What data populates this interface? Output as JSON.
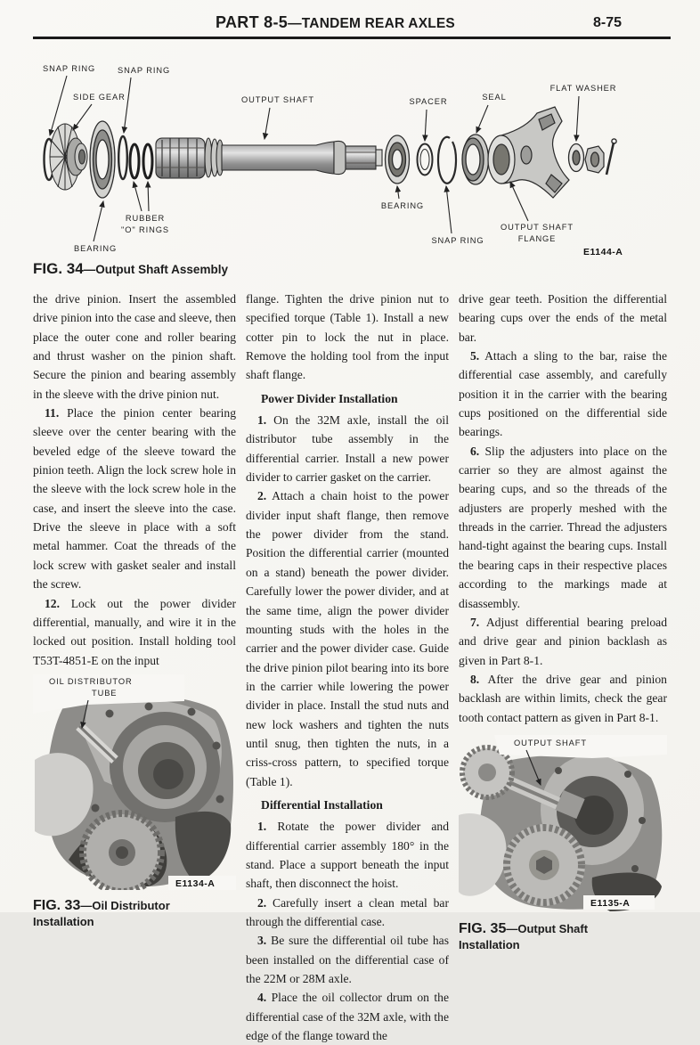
{
  "header": {
    "part": "PART 8-5",
    "title": "—TANDEM REAR AXLES",
    "page_number": "8-75"
  },
  "fig34": {
    "caption_fig": "FIG. 34",
    "caption_title": "—Output Shaft Assembly",
    "code": "E1144-A",
    "labels": {
      "snap_ring_1": "SNAP RING",
      "snap_ring_2": "SNAP RING",
      "side_gear": "SIDE GEAR",
      "output_shaft": "OUTPUT SHAFT",
      "spacer": "SPACER",
      "seal": "SEAL",
      "flat_washer": "FLAT WASHER",
      "rubber_1": "RUBBER",
      "rubber_2": "\"O\" RINGS",
      "bearing_left": "BEARING",
      "bearing_right": "BEARING",
      "snap_ring_3": "SNAP RING",
      "flange_1": "OUTPUT SHAFT",
      "flange_2": "FLANGE"
    }
  },
  "col1": {
    "p0": {
      "text": "the drive pinion. Insert the assembled drive pinion into the case and sleeve, then place the outer cone and roller bearing and thrust washer on the pinion shaft. Secure the pinion and bearing assembly in the sleeve with the drive pinion nut."
    },
    "p1": {
      "num": "11.",
      "text": "Place the pinion center bearing sleeve over the center bearing with the beveled edge of the sleeve toward the pinion teeth. Align the lock screw hole in the sleeve with the lock screw hole in the case, and insert the sleeve into the case. Drive the sleeve in place with a soft metal hammer. Coat the threads of the lock screw with gasket sealer and install the screw."
    },
    "p2": {
      "num": "12.",
      "text": "Lock out the power divider differential, manually, and wire it in the locked out position. Install holding tool T53T-4851-E on the input"
    }
  },
  "fig33": {
    "label_1": "OIL DISTRIBUTOR",
    "label_2": "TUBE",
    "code": "E1134-A",
    "caption_fig": "FIG. 33",
    "caption_title": "—Oil Distributor",
    "caption_line2": "Installation"
  },
  "col2": {
    "p0": {
      "text": "flange. Tighten the drive pinion nut to specified torque (Table 1). Install a new cotter pin to lock the nut in place. Remove the holding tool from the input shaft flange."
    },
    "h1": "Power Divider Installation",
    "p1": {
      "num": "1.",
      "text": "On the 32M axle, install the oil distributor tube assembly in the differential carrier. Install a new power divider to carrier gasket on the carrier."
    },
    "p2": {
      "num": "2.",
      "text": "Attach a chain hoist to the power divider input shaft flange, then remove the power divider from the stand. Position the differential carrier (mounted on a stand) beneath the power divider. Carefully lower the power divider, and at the same time, align the power divider mounting studs with the holes in the carrier and the power divider case. Guide the drive pinion pilot bearing into its bore in the carrier while lowering the power divider in place. Install the stud nuts and new lock washers and tighten the nuts until snug, then tighten the nuts, in a criss-cross pattern, to specified torque (Table 1)."
    },
    "h2": "Differential Installation",
    "p3": {
      "num": "1.",
      "text": "Rotate the power divider and differential carrier assembly 180° in the stand. Place a support beneath the input shaft, then disconnect the hoist."
    },
    "p4": {
      "num": "2.",
      "text": "Carefully insert a clean metal bar through the differential case."
    },
    "p5": {
      "num": "3.",
      "text": "Be sure the differential oil tube has been installed on the differential case of the 22M or 28M axle."
    },
    "p6": {
      "num": "4.",
      "text": "Place the oil collector drum on the differential case of the 32M axle, with the edge of the flange toward the"
    }
  },
  "col3": {
    "p0": {
      "text": "drive gear teeth. Position the differential bearing cups over the ends of the metal bar."
    },
    "p1": {
      "num": "5.",
      "text": "Attach a sling to the bar, raise the differential case assembly, and carefully position it in the carrier with the bearing cups positioned on the differential side bearings."
    },
    "p2": {
      "num": "6.",
      "text": "Slip the adjusters into place on the carrier so they are almost against the bearing cups, and so the threads of the adjusters are properly meshed with the threads in the carrier. Thread the adjusters hand-tight against the bearing cups. Install the bearing caps in their respective places according to the markings made at disassembly."
    },
    "p3": {
      "num": "7.",
      "text": "Adjust differential bearing preload and drive gear and pinion backlash as given in Part 8-1."
    },
    "p4": {
      "num": "8.",
      "text": "After the drive gear and pinion backlash are within limits, check the gear tooth contact pattern as given in Part 8-1."
    }
  },
  "fig35": {
    "label": "OUTPUT SHAFT",
    "code": "E1135-A",
    "caption_fig": "FIG. 35",
    "caption_title": "—Output Shaft",
    "caption_line2": "Installation"
  }
}
